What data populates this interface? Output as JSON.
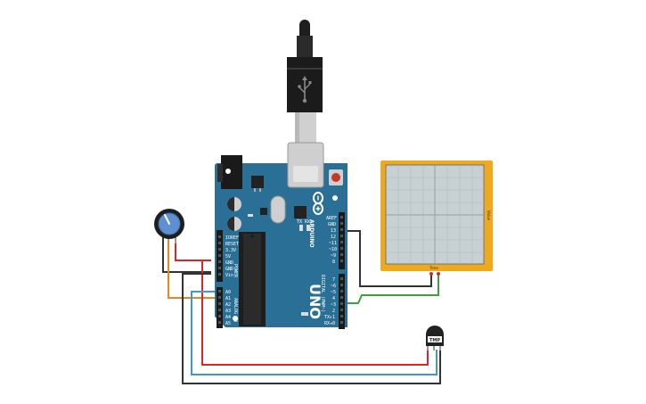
{
  "canvas": {
    "background": "#ffffff"
  },
  "colors": {
    "board": "#2a6f96",
    "board_dark": "#1d5678",
    "plotter_frame": "#f0a81c",
    "plotter_screen": "#c7d0d2",
    "wire_red": "#d9262b",
    "wire_black": "#333333",
    "wire_blue": "#3f98d3",
    "wire_orange": "#e08a1e",
    "wire_green": "#3aa43a",
    "potentiometer": "#5e8fce"
  },
  "arduino": {
    "logo": "ARDUINO",
    "model": "UNO",
    "power_header_label": "POWER",
    "analog_header_label": "ANALOG IN",
    "digital_header_label": "DIGITAL (PWM~)",
    "power_pins": [
      "IOREF",
      "RESET",
      "3.3V",
      "5V",
      "GND",
      "GND",
      "Vin"
    ],
    "analog_pins": [
      "A0",
      "A1",
      "A2",
      "A3",
      "A4",
      "A5"
    ],
    "digital_pins_top": [
      "AREF",
      "GND",
      "13",
      "12",
      "~11",
      "~10",
      "~9",
      "8"
    ],
    "digital_pins_bottom": [
      "7",
      "~6",
      "~5",
      "4",
      "~3",
      "2",
      "TX▸1",
      "RX◂0"
    ],
    "led_labels": [
      "TX",
      "RX"
    ]
  },
  "usb_cable": {
    "icon": "usb-icon"
  },
  "plotter": {
    "label_bottom": "Time",
    "label_side": "Value"
  },
  "sensor": {
    "label": "TMP"
  },
  "potentiometer": {
    "icon": "knob-icon"
  }
}
